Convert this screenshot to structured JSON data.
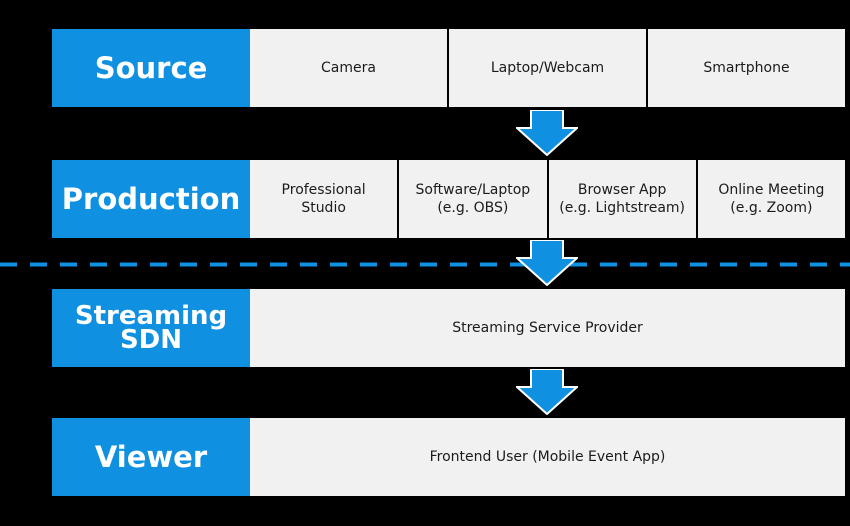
{
  "rows": [
    {
      "label": "Source",
      "cells": [
        "Camera",
        "Laptop/Webcam",
        "Smartphone"
      ]
    },
    {
      "label": "Production",
      "cells": [
        "Professional\nStudio",
        "Software/Laptop\n(e.g. OBS)",
        "Browser App\n(e.g. Lightstream)",
        "Online Meeting\n(e.g. Zoom)"
      ]
    },
    {
      "label": "Streaming\nSDN",
      "cells": [
        "Streaming Service Provider"
      ]
    },
    {
      "label": "Viewer",
      "cells": [
        "Frontend User (Mobile Event App)"
      ]
    }
  ],
  "colors": {
    "accent": "#0f90e0",
    "cell_background": "#f1f1f2",
    "background": "#000000",
    "text": "#1b1b1b"
  }
}
